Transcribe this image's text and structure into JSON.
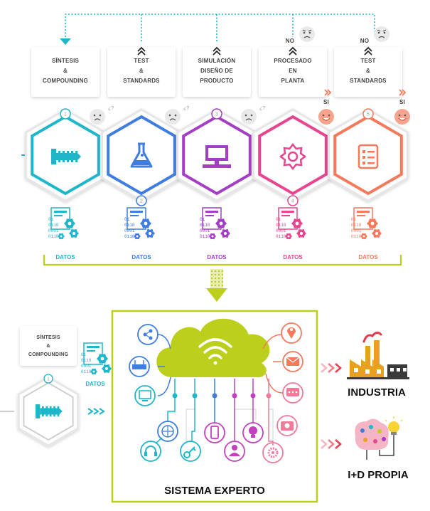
{
  "steps": [
    {
      "lines": [
        "SÍNTESIS",
        "&",
        "COMPOUNDING"
      ],
      "num": "1",
      "datos": "DATOS",
      "color": "#1fb6c9"
    },
    {
      "lines": [
        "TEST",
        "&",
        "STANDARDS"
      ],
      "num": "2",
      "datos": "DATOS",
      "color": "#3f7de0"
    },
    {
      "lines": [
        "SIMULACIÓN",
        "DISEÑO DE",
        "PRODUCTO"
      ],
      "num": "3",
      "datos": "DATOS",
      "color": "#a43fc5"
    },
    {
      "lines": [
        "PROCESADO",
        "EN",
        "PLANTA"
      ],
      "num": "4",
      "datos": "DATOS",
      "color": "#e8448f"
    },
    {
      "lines": [
        "TEST",
        "&",
        "STANDARDS"
      ],
      "num": "5",
      "datos": "DATOS",
      "color": "#f5795a"
    }
  ],
  "no_label": "NO",
  "si_label": "SI",
  "question": "¿?",
  "binary": [
    "01",
    "0110",
    "0001",
    "0110 1"
  ],
  "left_step": {
    "lines": [
      "SÍNTESIS",
      "&",
      "COMPOUNDING"
    ],
    "num": "1",
    "datos": "DATOS"
  },
  "system": {
    "title": "SISTEMA EXPERTO"
  },
  "outputs": {
    "industria": "INDUSTRIA",
    "id": "I+D PROPIA"
  },
  "colors": {
    "teal": "#1fb6c9",
    "lime": "#bccf1d",
    "arrow_red": "#e23a47"
  }
}
